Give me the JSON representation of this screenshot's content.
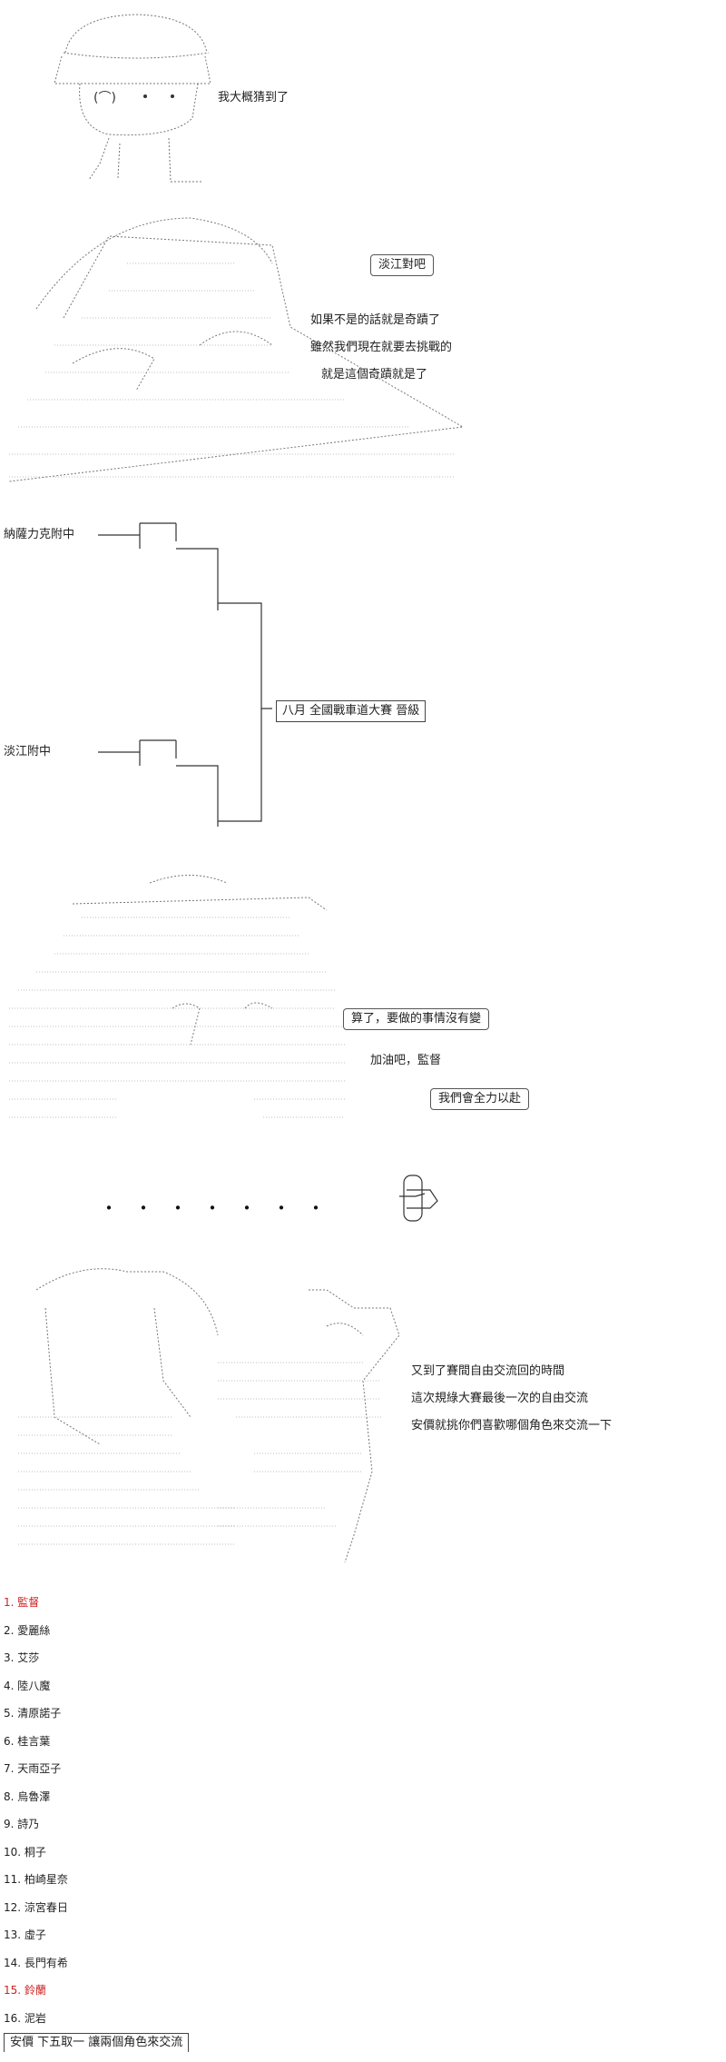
{
  "panel1": {
    "caption": "我大概猜到了"
  },
  "panel2": {
    "bubble": "淡江對吧",
    "lines": [
      "如果不是的話就是奇蹟了",
      "雖然我們現在就要去挑戰的",
      "就是這個奇蹟就是了"
    ]
  },
  "panel3": {
    "team_a": "納薩力克附中",
    "team_b": "淡江附中",
    "result_box": "八月 全國戰車道大賽 晉級"
  },
  "panel4": {
    "bubble1": "算了，要做的事情沒有變",
    "caption": "加油吧，監督",
    "bubble2": "我們會全力以赴"
  },
  "panel5": {
    "dots": "・・・・・・・"
  },
  "panel6": {
    "lines": [
      "又到了賽間自由交流回的時間",
      "這次規綠大賽最後一次的自由交流",
      "安價就挑你們喜歡哪個角色來交流一下"
    ]
  },
  "choices": [
    {
      "label": "1. 監督",
      "highlight": true
    },
    {
      "label": "2. 愛麗絲",
      "highlight": false
    },
    {
      "label": "3. 艾莎",
      "highlight": false
    },
    {
      "label": "4. 陸八魔",
      "highlight": false
    },
    {
      "label": "5. 清原諾子",
      "highlight": false
    },
    {
      "label": "6. 桂言葉",
      "highlight": false
    },
    {
      "label": "7. 天雨亞子",
      "highlight": false
    },
    {
      "label": "8. 烏魯澤",
      "highlight": false
    },
    {
      "label": "9. 詩乃",
      "highlight": false
    },
    {
      "label": "10. 桐子",
      "highlight": false
    },
    {
      "label": "11. 柏崎星奈",
      "highlight": false
    },
    {
      "label": "12. 涼宮春日",
      "highlight": false
    },
    {
      "label": "13. 虛子",
      "highlight": false
    },
    {
      "label": "14. 長門有希",
      "highlight": false
    },
    {
      "label": "15. 鈴蘭",
      "highlight": true
    },
    {
      "label": "16. 泥岩",
      "highlight": false
    }
  ],
  "footer": {
    "text": "安價 下五取一 讓兩個角色來交流"
  },
  "colors": {
    "highlight": "#cc2222",
    "text": "#222222"
  }
}
